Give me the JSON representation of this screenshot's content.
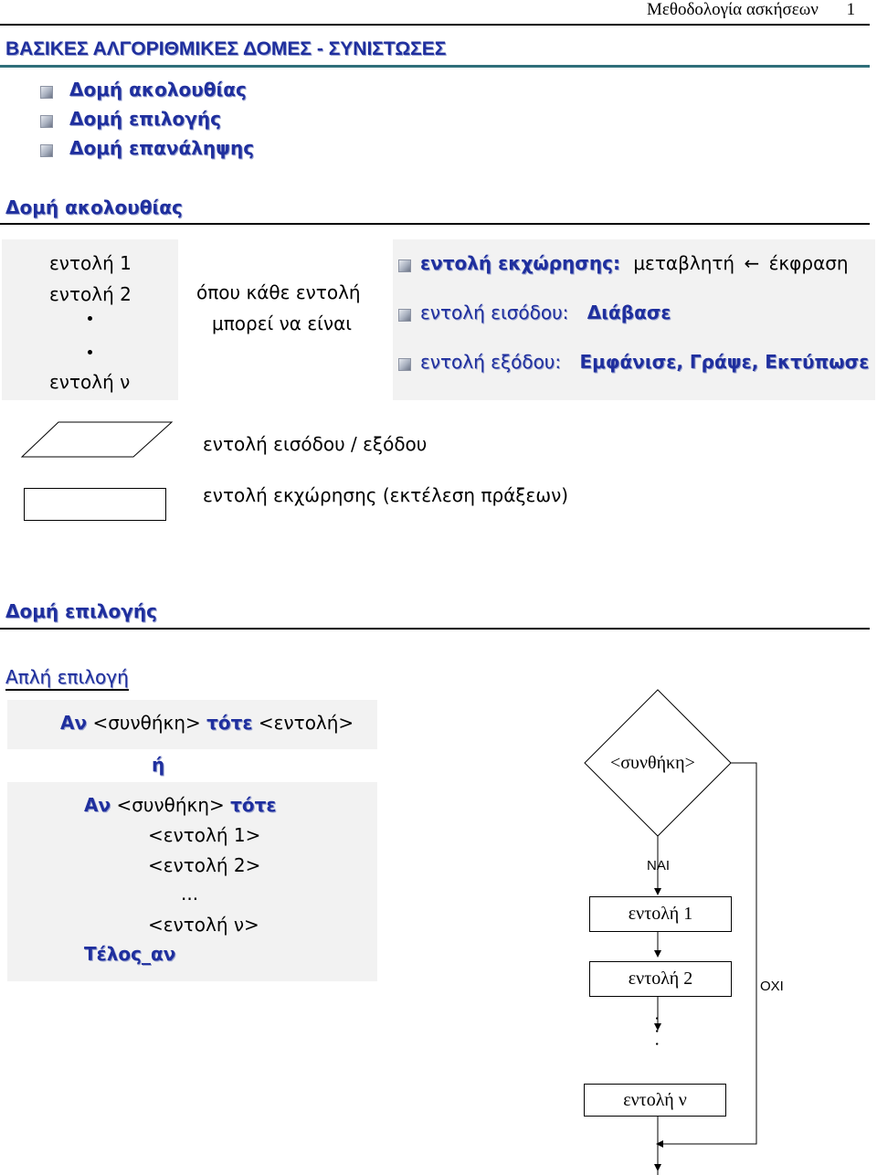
{
  "header": {
    "running_title": "Μεθοδολογία ασκήσεων",
    "page_number": "1"
  },
  "main_title": "ΒΑΣΙΚΕΣ ΑΛΓΟΡΙΘΜΙΚΕΣ ΔΟΜΕΣ - ΣΥΝΙΣΤΩΣΕΣ",
  "toc": [
    "Δομή ακολουθίας",
    "Δομή επιλογής",
    "Δομή επανάληψης"
  ],
  "sequence": {
    "heading": "Δομή ακολουθίας",
    "cmd1": "εντολή 1",
    "cmd2": "εντολή 2",
    "cmdn": "εντολή ν",
    "note_line1": "όπου κάθε εντολή",
    "note_line2": "μπορεί να είναι",
    "kinds": [
      {
        "label": "εντολή εκχώρησης:",
        "value_a": "μεταβλητή",
        "arrow": "←",
        "value_b": "έκφραση"
      },
      {
        "label": "εντολή εισόδου:",
        "keyword": "Διάβασε"
      },
      {
        "label": "εντολή εξόδου:",
        "keyword": "Εμφάνισε, Γράψε, Εκτύπωσε"
      }
    ],
    "shape_io": "εντολή εισόδου / εξόδου",
    "shape_assign": "εντολή εκχώρησης (εκτέλεση πράξεων)"
  },
  "selection": {
    "heading": "Δομή επιλογής",
    "subheading": "Απλή επιλογή",
    "if_kw": "Αν",
    "cond": "<συνθήκη>",
    "then_kw": "τότε",
    "stmt": "<εντολή>",
    "or": "ή",
    "stmt1": "<εντολή 1>",
    "stmt2": "<εντολή 2>",
    "ellipsis": "...",
    "stmtn": "<εντολή ν>",
    "end_kw": "Τέλος_αν",
    "flow": {
      "condition": "<συνθήκη>",
      "yes": "ΝΑΙ",
      "no": "ΟΧΙ",
      "box1": "εντολή 1",
      "box2": "εντολή 2",
      "dots": ". . .",
      "boxn": "εντολή ν"
    }
  }
}
